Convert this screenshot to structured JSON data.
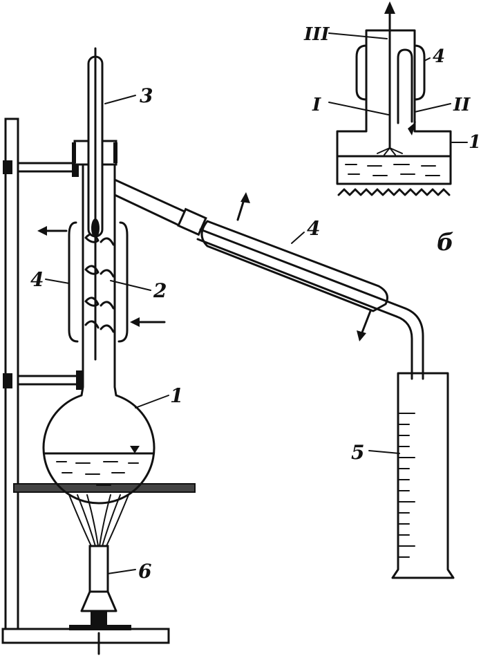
{
  "figure": {
    "main_labels": {
      "thermometer": "3",
      "column": "2",
      "jacket_left": "4",
      "condenser": "4",
      "flask": "1",
      "cylinder": "5",
      "burner": "6"
    },
    "inset_labels": {
      "level_top": "III",
      "level_left": "I",
      "level_right": "II",
      "jacket": "4",
      "vessel": "1",
      "letter": "б"
    },
    "colors": {
      "ink": "#111111",
      "paper": "#ffffff"
    }
  }
}
